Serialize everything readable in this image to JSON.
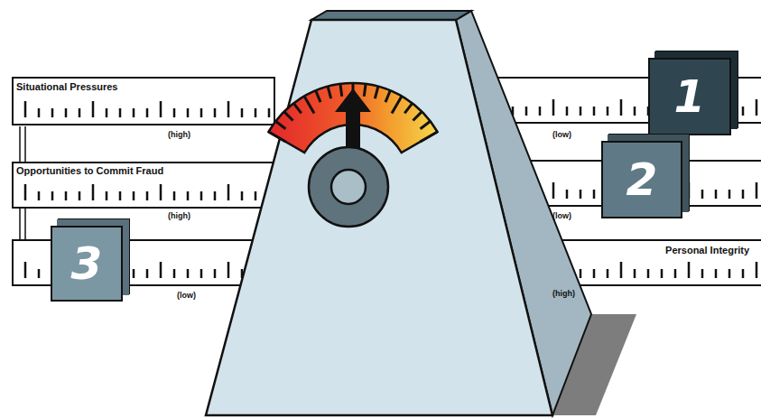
{
  "diagram": {
    "nodes": [
      {
        "text": [
          "1"
        ]
      },
      {
        "text": [
          "2"
        ]
      },
      {
        "text": [
          "3"
        ]
      }
    ],
    "labels": [
      "Situational Pressures",
      "(high)",
      "(low)",
      "Opportunities to Commit Fraud",
      "(high)",
      "(low)",
      "(low)",
      "Personal Integrity",
      "(high)"
    ]
  }
}
